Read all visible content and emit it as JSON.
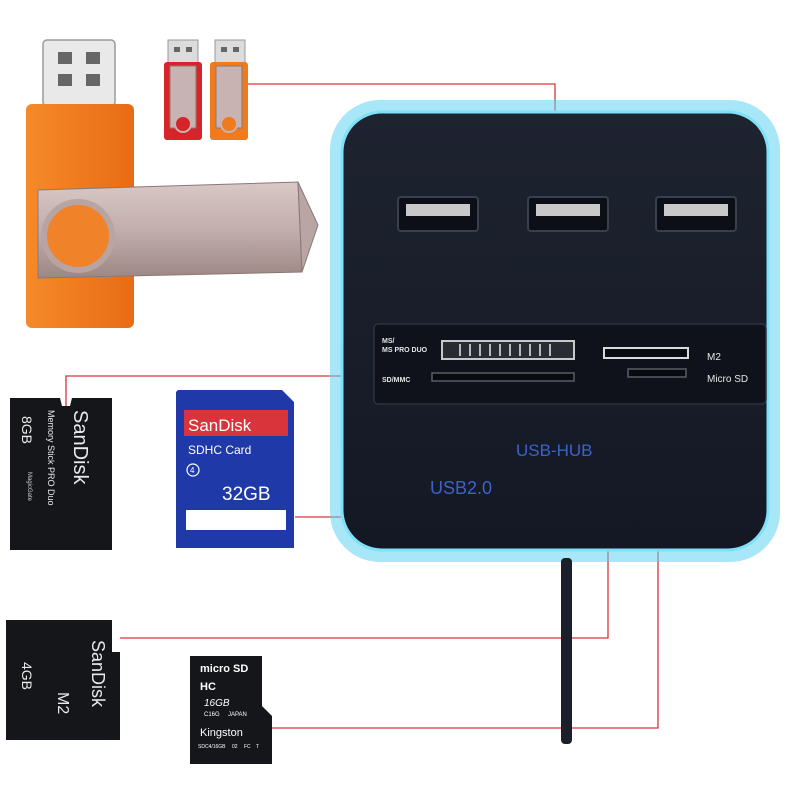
{
  "hub": {
    "port_labels": {
      "ms_line1": "MS/",
      "ms_line2": "MS PRO DUO",
      "sd": "SD/MMC",
      "m2": "M2",
      "microsd": "Micro SD"
    },
    "brand_text": "USB-HUB",
    "usb_text": "USB2.0"
  },
  "memory_stick_pro_duo": {
    "capacity": "8GB",
    "brand": "SanDisk",
    "line1": "Memory Stick PRO Duo",
    "line2": "MagicGate"
  },
  "sd_card": {
    "brand": "SanDisk",
    "type": "SDHC Card",
    "class": "4",
    "capacity": "32GB"
  },
  "m2_card": {
    "capacity": "4GB",
    "brand": "SanDisk",
    "format": "M2"
  },
  "microsd_card": {
    "logo": "micro SD",
    "hc": "HC",
    "capacity": "16GB",
    "code": "C16G",
    "country": "JAPAN",
    "brand": "Kingston",
    "part": "SDC4/16GB",
    "version": "02",
    "fc": "FC",
    "mark": "T"
  },
  "colors": {
    "connector_line": "#d9343c",
    "hub_body": "#171b27",
    "hub_glow": "#5fd4f2",
    "hub_text": "#3a63c9",
    "usb_orange": "#f07a1e",
    "usb_red": "#d6242a",
    "sd_blue": "#1f3aa8"
  }
}
